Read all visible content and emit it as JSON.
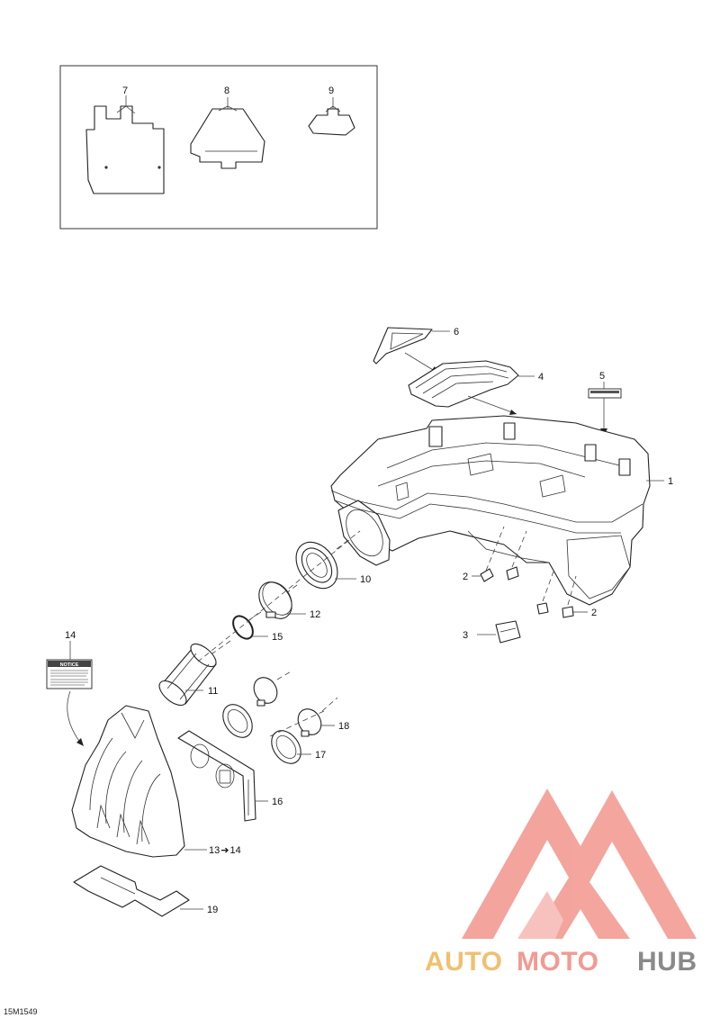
{
  "diagram_code": "15M1549",
  "callouts": {
    "c1": "1",
    "c2a": "2",
    "c2b": "2",
    "c3": "3",
    "c4": "4",
    "c5": "5",
    "c6": "6",
    "c7": "7",
    "c8": "8",
    "c9": "9",
    "c10": "10",
    "c11": "11",
    "c12": "12",
    "c13": "13",
    "c13arrow": "➔",
    "c13b": "14",
    "c14": "14",
    "c15": "15",
    "c16": "16",
    "c17": "17",
    "c18": "18",
    "c19": "19"
  },
  "notice_label": {
    "heading": "NOTICE"
  },
  "watermark": {
    "part1": "AUTO",
    "part2": "MOTO",
    "part3": "HUB",
    "colors": {
      "auto": "#f0c070",
      "moto": "#f29a92",
      "hub": "#8a8a8a",
      "logo": "#f2958d"
    }
  }
}
